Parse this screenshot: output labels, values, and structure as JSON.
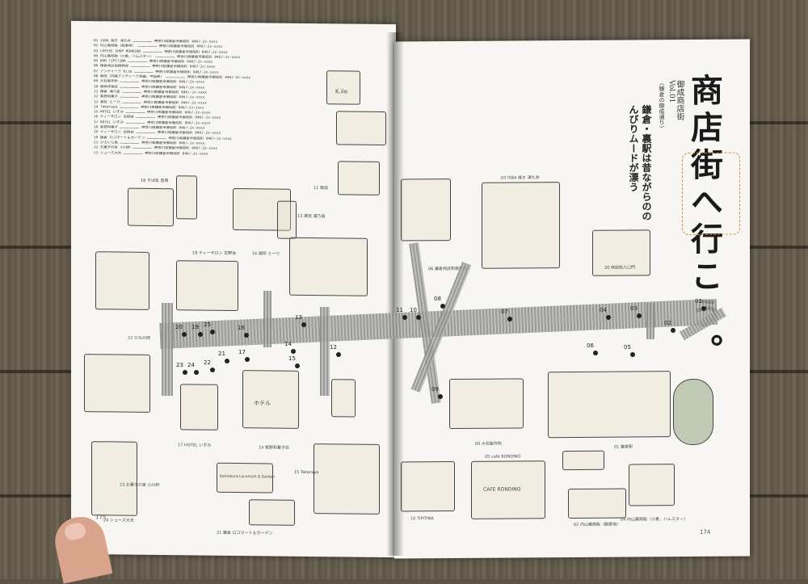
{
  "left_page": {
    "page_number": "175",
    "listing": [
      "01 ISBA 焼き 津久井",
      "02 内山薬局販（駿栗地）",
      "03 COFFEE SHOP RONDINO",
      "04 内山薬局販（小麦、ハムスター）",
      "05 BAR TIPITINA",
      "06 鎌倉商店街振興会",
      "07 アンティーク Kiie",
      "08 御成（内装アンティーク茶器、中国茶）",
      "09 大石製作所",
      "10 高崎洋装店",
      "11 鎌倉 浦乃島",
      "12 紫野和菓子",
      "13 瀬克 とーり",
      "14 Takaraya",
      "15 HOTEL いずみ",
      "16 ティーサロン 花野会",
      "17 HOTEL いずみ",
      "18 紫野和菓子",
      "19 ティーサロン 花野会",
      "20 鎌倉 ロコマート＆ガーデン",
      "21 ひろいら島",
      "22 お菓子の家 小川軒",
      "23 シューズ大光"
    ],
    "captions": {
      "c18": "18 そば処 息寿",
      "c11": "11 御成",
      "c13": "13 瀬克 浦乃島",
      "c19": "19 ティーサロン 花野会",
      "c16": "16 御所 とーり",
      "c22": "22 ひなの岡",
      "c17": "17 HOTEL いずみ",
      "c14": "14 紫野和菓子店",
      "c21": "21 鎌倉 ロコマート＆ガーデン",
      "c15": "15 Takaraya",
      "c23": "23 お菓子の家 小川軒",
      "c24": "24 シューズ大光"
    },
    "sign_kiie": "K.iie",
    "sign_hotel": "ホテル",
    "sign_kamakura": "Kamakura Locomart & Garden"
  },
  "right_page": {
    "page_number": "174",
    "vol": "Vol.01",
    "series": "〈鎌倉の御成通り〉",
    "shotengai": "御成商店街",
    "title": "商店街へ行こう。",
    "subtitle": "鎌倉・裏駅は昔ながらののんびりムードが漂う",
    "captions": {
      "c03": "03 ISBA 焼き 津久井",
      "c06": "06 鎌倉商店街振興会",
      "c20": "20 商店街入口門",
      "c09": "09 大石製作所",
      "c05": "05 café RONDINO",
      "c01": "01 鎌倉駅",
      "c02": "02 内山薬局販（駿栗地）",
      "c04": "04 内山薬局販（小麦、ハムスター）",
      "c10": "10 TIPITINA"
    },
    "sign_rondino": "CAFE RONDINO"
  },
  "map_numbers": [
    "01",
    "02",
    "03",
    "04",
    "05",
    "06",
    "07",
    "08",
    "09",
    "10",
    "11",
    "12",
    "13",
    "14",
    "15",
    "16",
    "17",
    "19",
    "20",
    "21",
    "22",
    "23",
    "24",
    "25"
  ]
}
